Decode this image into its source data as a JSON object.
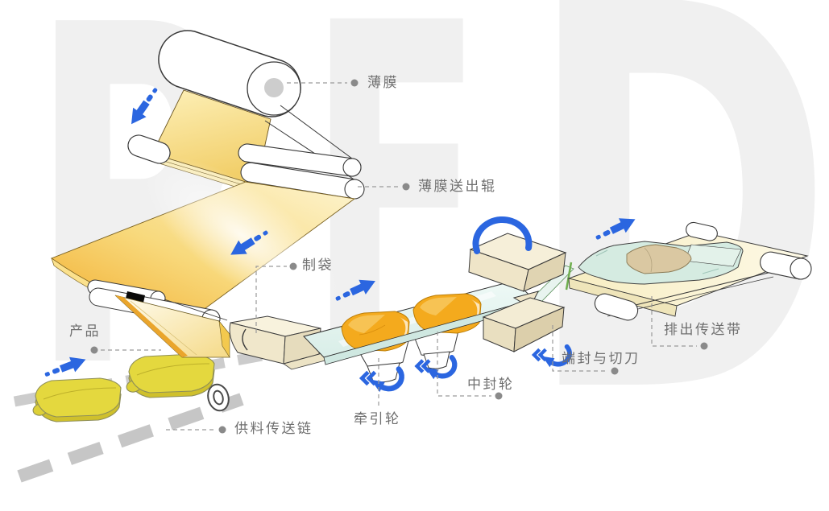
{
  "watermark": {
    "letters": [
      "P",
      "F",
      "D"
    ],
    "color": "#f0f0f0"
  },
  "labels": {
    "film": "薄膜",
    "film_feed_roller": "薄膜送出辊",
    "bag_forming": "制袋",
    "product": "产品",
    "feed_conveyor_chain": "供料传送链",
    "pull_wheel": "牵引轮",
    "center_seal_wheel": "中封轮",
    "end_seal_and_cutter": "端封与切刀",
    "discharge_conveyor": "排出传送带"
  },
  "colors": {
    "accent_blue": "#2b66e0",
    "film_yellow_light": "#fdf4d0",
    "film_yellow_deep": "#f2ae2f",
    "film_drape": "#f2cf6a",
    "tube_teal": "#e3f3ef",
    "tube_edge_teal": "#cfe8e1",
    "lump_orange": "#f4aa1d",
    "machine_cream": "#f3ecd6",
    "machine_cream_dark": "#dccfab",
    "belt_cream": "#faf3cf",
    "package_teal": "#d5ebe1",
    "package_product_tan": "#dac8a2",
    "product_yellow": "#e4d83e",
    "chain_gray": "#c8c8c8",
    "label_gray": "#6f6f6f",
    "leader_gray": "#9a9a9a",
    "watermark_gray": "#f0f0f0",
    "outline_dark": "#383838",
    "seal_green": "#6fae4e"
  }
}
